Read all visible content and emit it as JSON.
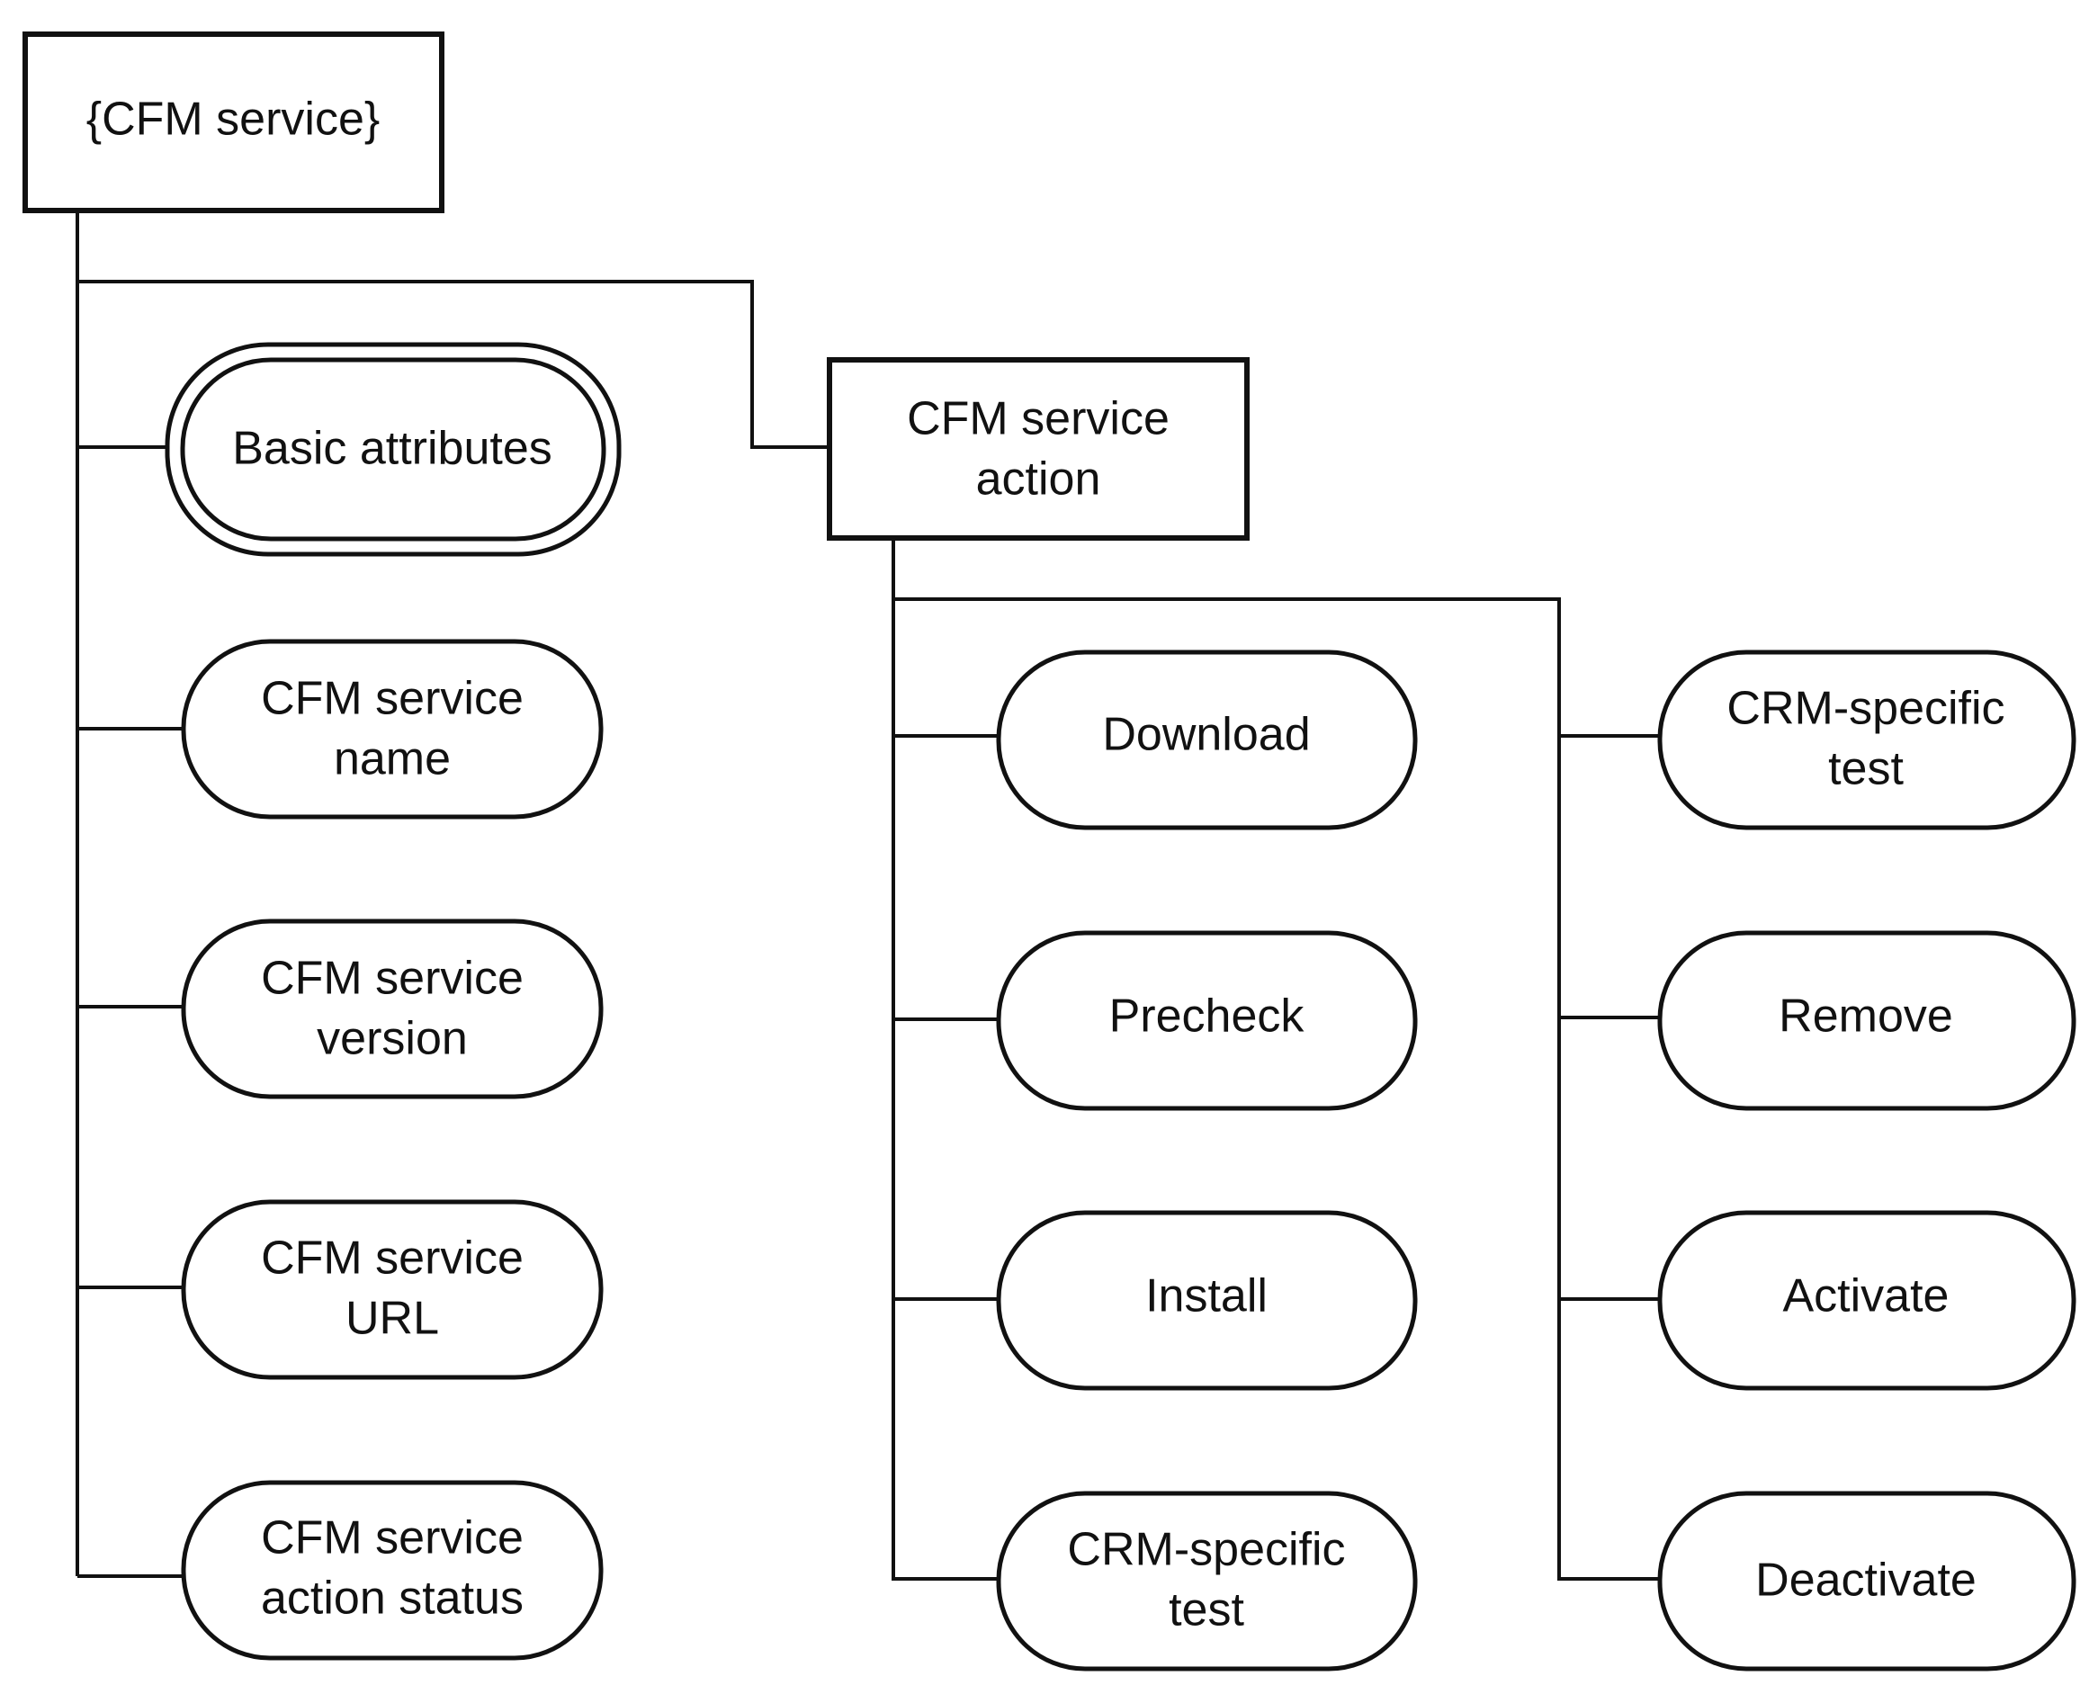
{
  "root": {
    "label": "{CFM service}"
  },
  "action": {
    "line1": "CFM service",
    "line2": "action"
  },
  "attributes": {
    "basic": "Basic attributes",
    "name": {
      "line1": "CFM service",
      "line2": "name"
    },
    "version": {
      "line1": "CFM service",
      "line2": "version"
    },
    "url": {
      "line1": "CFM service",
      "line2": "URL"
    },
    "status": {
      "line1": "CFM service",
      "line2": "action status"
    }
  },
  "actions_left": {
    "download": "Download",
    "precheck": "Precheck",
    "install": "Install",
    "crm_test": {
      "line1": "CRM-specific",
      "line2": "test"
    }
  },
  "actions_right": {
    "crm_test": {
      "line1": "CRM-specific",
      "line2": "test"
    },
    "remove": "Remove",
    "activate": "Activate",
    "deactivate": "Deactivate"
  }
}
